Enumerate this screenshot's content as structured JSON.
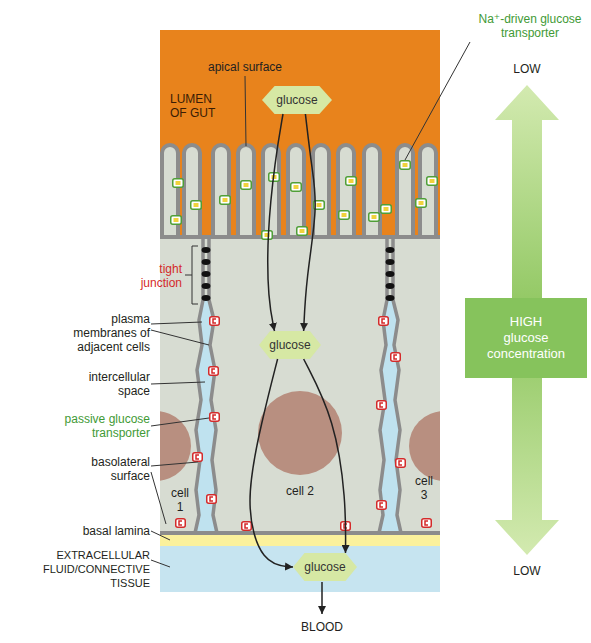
{
  "diagram": {
    "nodes": [
      {
        "text": [
          "glucose"
        ]
      },
      {
        "text": [
          "glucose"
        ]
      },
      {
        "text": [
          "glucose"
        ]
      },
      {
        "text": [
          "HIGH glucose concentration"
        ]
      }
    ],
    "edges": [
      {
        "from": 0,
        "to": 1,
        "arrow": "to"
      },
      {
        "from": 0,
        "to": 1,
        "arrow": "to"
      },
      {
        "from": 1,
        "to": 2,
        "arrow": "to"
      },
      {
        "from": 1,
        "to": 2,
        "arrow": "to"
      }
    ],
    "labels": [
      "apical surface",
      "LUMEN OF GUT",
      "Na⁺-driven glucose transporter",
      "LOW",
      "tight junction",
      "plasma membranes of adjacent cells",
      "intercellular space",
      "passive glucose transporter",
      "basolateral surface",
      "cell 1",
      "cell 2",
      "cell 3",
      "basal lamina",
      "EXTRACELLULAR FLUID/CONNECTIVE TISSUE",
      "LOW",
      "BLOOD"
    ]
  }
}
